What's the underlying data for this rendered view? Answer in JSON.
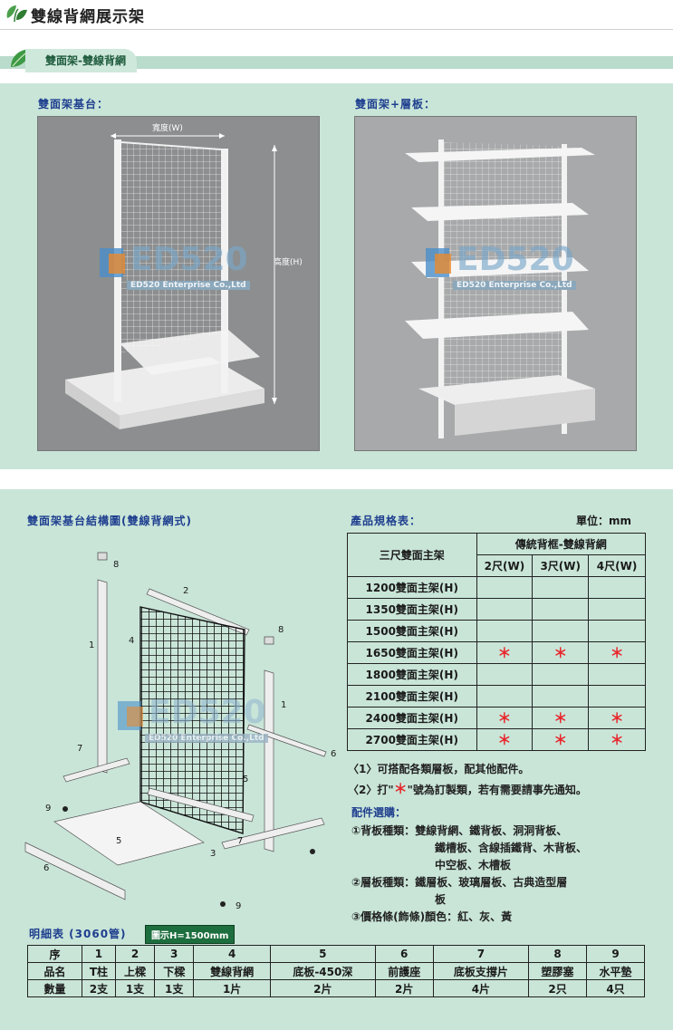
{
  "header": {
    "title": "雙線背網展示架",
    "tab_label": "雙面架-雙線背網"
  },
  "photos": {
    "left_label": "雙面架基台：",
    "right_label": "雙面架+層板：",
    "width_dim": "寬度(W)",
    "height_dim": "高度(H)",
    "watermark_main": "ED520",
    "watermark_sub": "ED520 Enterprise Co.,Ltd"
  },
  "structure": {
    "title": "雙面架基台結構圖(雙線背網式)",
    "callouts": [
      "1",
      "2",
      "3",
      "4",
      "5",
      "6",
      "7",
      "8",
      "9"
    ]
  },
  "spec": {
    "title": "產品規格表：",
    "unit": "單位：mm",
    "row_header": "三尺雙面主架",
    "group_header": "傳統背框-雙線背網",
    "columns": [
      "2尺(W)",
      "3尺(W)",
      "4尺(W)"
    ],
    "star": "＊",
    "rows": [
      {
        "name": "1200雙面主架(H)",
        "marks": [
          false,
          false,
          false
        ]
      },
      {
        "name": "1350雙面主架(H)",
        "marks": [
          false,
          false,
          false
        ]
      },
      {
        "name": "1500雙面主架(H)",
        "marks": [
          false,
          false,
          false
        ]
      },
      {
        "name": "1650雙面主架(H)",
        "marks": [
          true,
          true,
          true
        ]
      },
      {
        "name": "1800雙面主架(H)",
        "marks": [
          false,
          false,
          false
        ]
      },
      {
        "name": "2100雙面主架(H)",
        "marks": [
          false,
          false,
          false
        ]
      },
      {
        "name": "2400雙面主架(H)",
        "marks": [
          true,
          true,
          true
        ]
      },
      {
        "name": "2700雙面主架(H)",
        "marks": [
          true,
          true,
          true
        ]
      }
    ],
    "note1": "〈1〉可搭配各類層板，配其他配件。",
    "note2_pre": "〈2〉打\"",
    "note2_post": "\"號為訂製類，若有需要請事先通知。"
  },
  "accessories": {
    "title": "配件選購：",
    "items": [
      {
        "num": "①",
        "label": "背板種類：",
        "text": "雙線背網、鐵背板、洞洞背板、",
        "cont": [
          "鐵槽板、含線插鐵背、木背板、",
          "中空板、木槽板"
        ]
      },
      {
        "num": "②",
        "label": "層板種類：",
        "text": "鐵層板、玻璃層板、古典造型層",
        "cont": [
          "板"
        ]
      },
      {
        "num": "③",
        "label": "價格條(飾條)顏色：",
        "text": "紅、灰、黃",
        "cont": []
      }
    ]
  },
  "detail": {
    "title": "明細表 (3060管)",
    "badge": "圖示H=1500mm",
    "row_labels": [
      "序",
      "品名",
      "數量"
    ],
    "columns": [
      {
        "no": "1",
        "name": "T柱",
        "qty": "2支"
      },
      {
        "no": "2",
        "name": "上樑",
        "qty": "1支"
      },
      {
        "no": "3",
        "name": "下樑",
        "qty": "1支"
      },
      {
        "no": "4",
        "name": "雙線背網",
        "qty": "1片"
      },
      {
        "no": "5",
        "name": "底板-450深",
        "qty": "2片"
      },
      {
        "no": "6",
        "name": "前護座",
        "qty": "2片"
      },
      {
        "no": "7",
        "name": "底板支撐片",
        "qty": "4片"
      },
      {
        "no": "8",
        "name": "塑膠塞",
        "qty": "2只"
      },
      {
        "no": "9",
        "name": "水平墊",
        "qty": "4只"
      }
    ]
  }
}
